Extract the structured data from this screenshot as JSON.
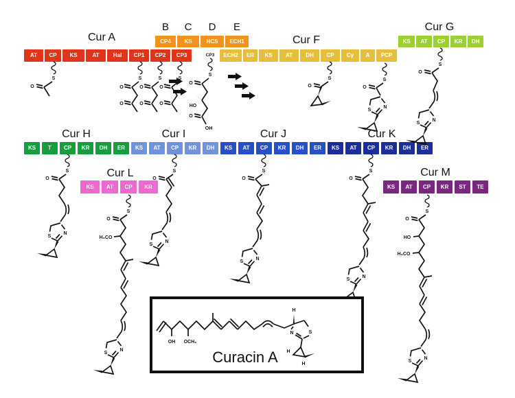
{
  "modules": {
    "cur_a": {
      "name": "Cur A",
      "color": "#E1351B",
      "domains": [
        "AT",
        "CP",
        "KS",
        "AT",
        "Hal",
        "CP1",
        "CP2",
        "CP3"
      ]
    },
    "cassette": {
      "letters": [
        "B",
        "C",
        "D",
        "E"
      ],
      "color": "#F5921D",
      "domains": [
        "CP4",
        "KS",
        "HCS",
        "ECH1"
      ]
    },
    "cur_f": {
      "name": "Cur F",
      "color": "#E7BE3B",
      "domains": [
        "ECH2",
        "ER",
        "KS",
        "AT",
        "DH",
        "CP",
        "Cy",
        "A",
        "PCP"
      ]
    },
    "cur_g": {
      "name": "Cur G",
      "color": "#9CCF32",
      "domains": [
        "KS",
        "AT",
        "CP",
        "KR",
        "DH"
      ]
    },
    "cur_h": {
      "name": "Cur H",
      "color": "#149E3C",
      "domains": [
        "KS",
        "T",
        "CP",
        "KR",
        "DH",
        "ER"
      ]
    },
    "cur_i": {
      "name": "Cur I",
      "color": "#6E93DC",
      "domains": [
        "KS",
        "AT",
        "CP",
        "KR",
        "DH"
      ]
    },
    "cur_j": {
      "name": "Cur J",
      "color": "#2750C8",
      "domains": [
        "KS",
        "AT",
        "CP",
        "KR",
        "DH",
        "ER"
      ]
    },
    "cur_k": {
      "name": "Cur K",
      "color": "#1A2E9C",
      "domains": [
        "KS",
        "AT",
        "CP",
        "KR",
        "DH",
        "ER"
      ]
    },
    "cur_l": {
      "name": "Cur L",
      "color": "#EE69CF",
      "domains": [
        "KS",
        "AT",
        "CP",
        "KR"
      ]
    },
    "cur_m": {
      "name": "Cur M",
      "color": "#7A2780",
      "domains": [
        "KS",
        "AT",
        "CP",
        "KR",
        "ST",
        "TE"
      ]
    }
  },
  "product": {
    "name": "Curacin A"
  },
  "labels": {
    "o": "O",
    "s": "S",
    "n": "N",
    "ho": "HO",
    "oh": "OH",
    "h3co": "H₃CO",
    "och3": "OCH₃",
    "cp3": "CP3",
    "h": "H"
  }
}
